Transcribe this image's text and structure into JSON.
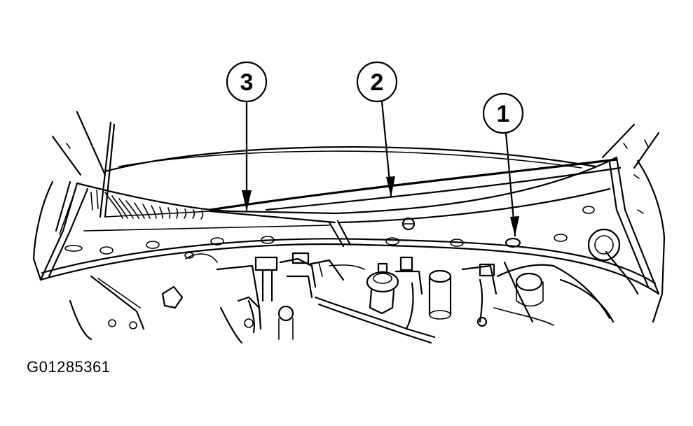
{
  "figure": {
    "id_label": "G01285361"
  },
  "callouts": [
    {
      "label": "3"
    },
    {
      "label": "2"
    },
    {
      "label": "1"
    }
  ],
  "colors": {
    "ink": "#000000",
    "background": "#ffffff"
  }
}
